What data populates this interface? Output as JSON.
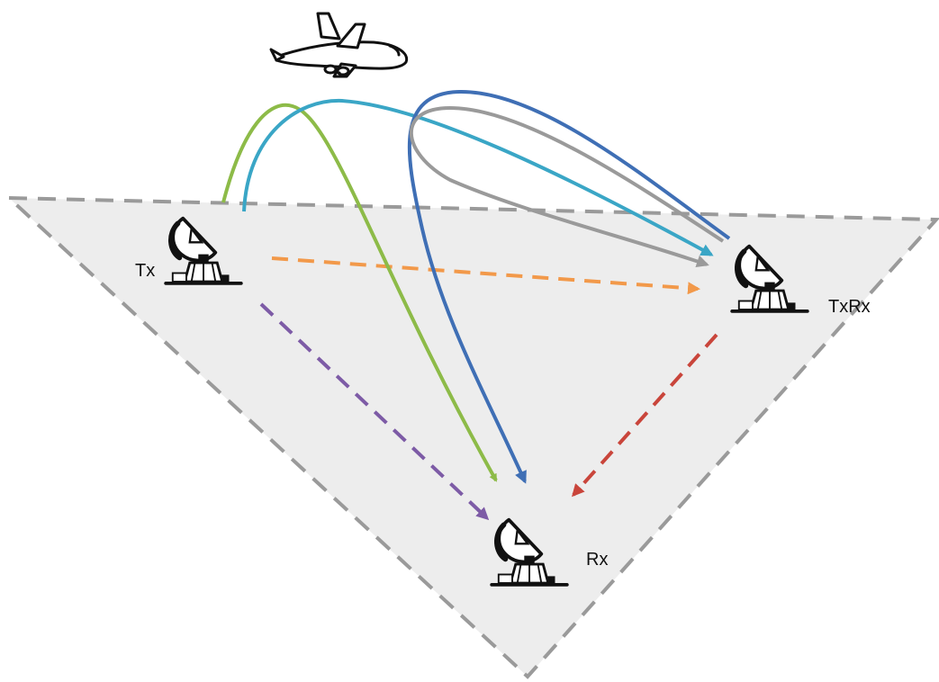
{
  "diagram": {
    "nodes": {
      "tx": {
        "label": "Tx",
        "icon": "radar-dish-icon"
      },
      "txrx": {
        "label": "TxRx",
        "icon": "radar-dish-icon"
      },
      "rx": {
        "label": "Rx",
        "icon": "radar-dish-icon"
      }
    },
    "aircraft": {
      "icon": "airplane-icon"
    },
    "colors": {
      "ground_fill": "#ededed",
      "ground_border": "#9a9a9a",
      "green": "#8dbb48",
      "cyan": "#3aa6c6",
      "blue": "#3f6fb5",
      "gray": "#9a9a9a",
      "orange": "#f2994a",
      "purple": "#7d5ba6",
      "red": "#c9453b"
    }
  }
}
